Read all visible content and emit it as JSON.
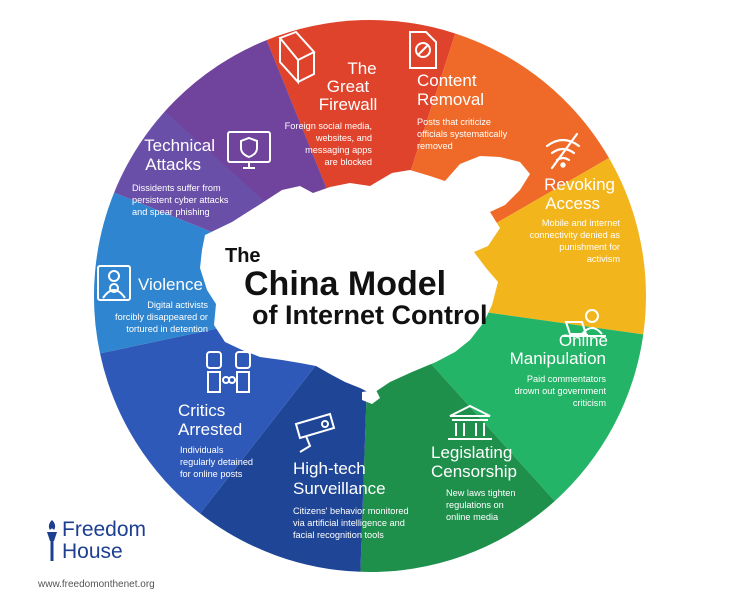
{
  "title": {
    "line1": "The",
    "line2": "China Model",
    "line3": "of Internet Control"
  },
  "colors": {
    "great_firewall": "#e0432c",
    "content_removal": "#ef6a28",
    "revoking_access": "#f3b51c",
    "online_manipulation": "#23b467",
    "legislating_censorship": "#1f8f4c",
    "surveillance": "#1f4596",
    "critics_arrested": "#2f59b8",
    "violence": "#2f85d0",
    "technical_attacks": "#6a4fa8",
    "purple_dark": "#7a2f86",
    "brand": "#1c3f8f"
  },
  "segments": [
    {
      "key": "great_firewall",
      "title": [
        "The",
        "Great",
        "Firewall"
      ],
      "desc": [
        "Foreign social media,",
        "websites, and",
        "messaging apps",
        "are blocked"
      ],
      "icon": "firewall-brick-icon"
    },
    {
      "key": "content_removal",
      "title": [
        "Content",
        "Removal"
      ],
      "desc": [
        "Posts that criticize",
        "officials systematically",
        "removed"
      ],
      "icon": "document-blocked-icon"
    },
    {
      "key": "revoking_access",
      "title": [
        "Revoking",
        "Access"
      ],
      "desc": [
        "Mobile and internet",
        "connectivity denied as",
        "punishment for",
        "activism"
      ],
      "icon": "wifi-off-icon"
    },
    {
      "key": "online_manipulation",
      "title": [
        "Online",
        "Manipulation"
      ],
      "desc": [
        "Paid commentators",
        "drown out government",
        "criticism"
      ],
      "icon": "person-laptop-icon"
    },
    {
      "key": "legislating_censorship",
      "title": [
        "Legislating",
        "Censorship"
      ],
      "desc": [
        "New laws tighten",
        "regulations on",
        "online media"
      ],
      "icon": "government-building-icon"
    },
    {
      "key": "surveillance",
      "title": [
        "High-tech",
        "Surveillance"
      ],
      "desc": [
        "Citizens' behavior monitored",
        "via artificial intelligence and",
        "facial recognition tools"
      ],
      "icon": "cctv-camera-icon"
    },
    {
      "key": "critics_arrested",
      "title": [
        "Critics",
        "Arrested"
      ],
      "desc": [
        "Individuals",
        "regularly detained",
        "for online posts"
      ],
      "icon": "handcuffed-fists-icon"
    },
    {
      "key": "violence",
      "title": [
        "Violence"
      ],
      "desc": [
        "Digital activists",
        "forcibly disappeared or",
        "tortured in detention"
      ],
      "icon": "target-person-icon"
    },
    {
      "key": "technical_attacks",
      "title": [
        "Technical",
        "Attacks"
      ],
      "desc": [
        "Dissidents suffer from",
        "persistent cyber attacks",
        "and spear phishing"
      ],
      "icon": "monitor-shield-icon"
    }
  ],
  "brand": {
    "name_line1": "Freedom",
    "name_line2": "House",
    "url": "www.freedomonthenet.org",
    "icon": "torch-icon"
  }
}
